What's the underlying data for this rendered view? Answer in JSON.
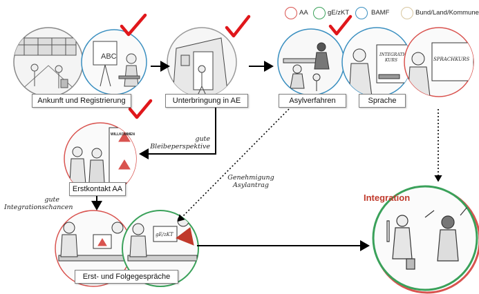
{
  "legend": {
    "items": [
      {
        "label": "AA",
        "color": "#d9534f"
      },
      {
        "label": "gE/zKT",
        "color": "#3aa15a"
      },
      {
        "label": "BAMF",
        "color": "#3a8fc0"
      },
      {
        "label": "Bund/Land/Kommune",
        "color": "#d8c7a0"
      }
    ]
  },
  "steps": {
    "ankunft": "Ankunft und Registrierung",
    "unterbringung": "Unterbringung in AE",
    "asyl": "Asylverfahren",
    "sprache": "Sprache",
    "erstkontakt": "Erstkontakt AA",
    "gespraeche": "Erst- und Folgegespräche",
    "integration": "Integration"
  },
  "notes": {
    "gute_bleibe_1": "gute",
    "gute_bleibe_2": "Bleibeperspektive",
    "gute_integ_1": "gute",
    "gute_integ_2": "Integrationschancen",
    "genehmigung_1": "Genehmigung",
    "genehmigung_2": "Asylantrag"
  },
  "scene_text": {
    "abc_board": "ABC",
    "integrationskurs_1": "INTEGRATIONS",
    "integrationskurs_2": "KURS",
    "sprachkurs": "SPRACHKURS",
    "willkommen": "WILLKOMMEN",
    "ge_zkt_sign": "gE/zKT"
  },
  "colors": {
    "aa_red": "#d9534f",
    "ge_green": "#3aa15a",
    "bamf_blue": "#3a8fc0",
    "check_red": "#e0171b"
  },
  "completed_checkmarks": [
    "ankunft",
    "unterbringung",
    "asyl",
    "erstkontakt"
  ]
}
